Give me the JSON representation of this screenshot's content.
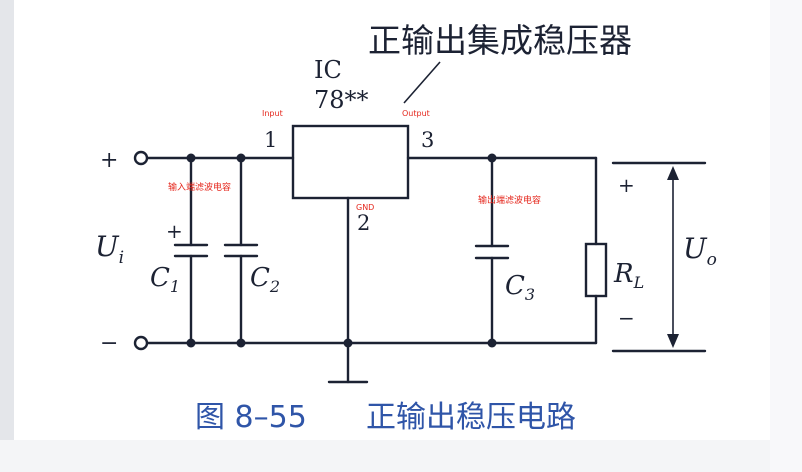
{
  "title": "正输出集成稳压器",
  "ic_label": "IC",
  "ic_model": "78**",
  "pin_labels": {
    "input": "Input",
    "output": "Output",
    "gnd": "GND"
  },
  "pin_numbers": {
    "input": "1",
    "output": "3",
    "gnd": "2"
  },
  "annotations": {
    "input_filter": "输入端滤波电容",
    "output_filter": "输出端滤波电容"
  },
  "input": {
    "label": "U",
    "subscript": "i",
    "plus": "+",
    "minus": "−"
  },
  "output": {
    "label": "U",
    "subscript": "o",
    "plus": "+",
    "minus": "−"
  },
  "components": {
    "c1": {
      "label": "C",
      "subscript": "1",
      "polarity": "+"
    },
    "c2": {
      "label": "C",
      "subscript": "2"
    },
    "c3": {
      "label": "C",
      "subscript": "3"
    },
    "rl": {
      "label": "R",
      "subscript": "L"
    }
  },
  "caption": {
    "figure_number": "图 8–55",
    "text": "正输出稳压电路"
  }
}
